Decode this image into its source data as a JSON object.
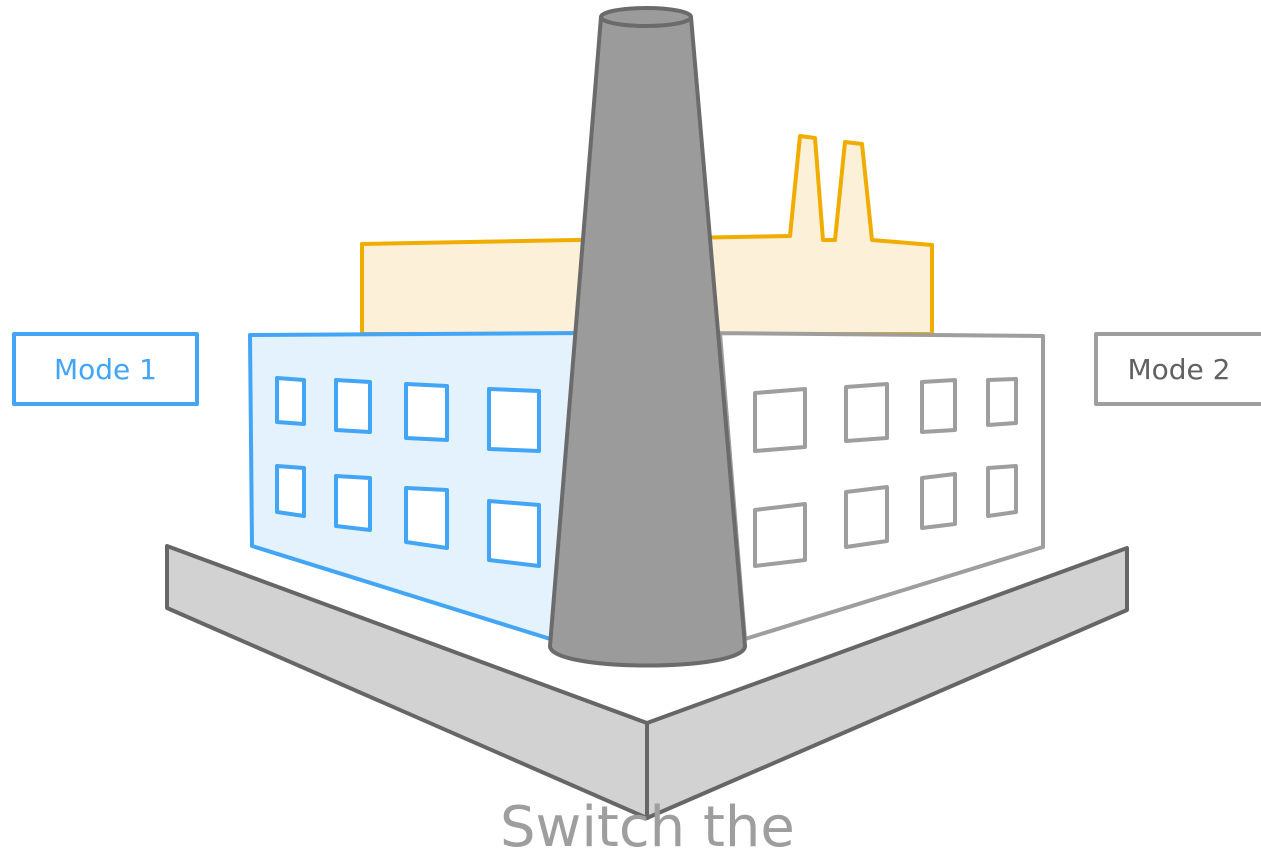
{
  "labels": {
    "mode1": "Mode 1",
    "mode2": "Mode 2",
    "bottom_caption": "Switch the"
  },
  "colors": {
    "mode1_stroke": "#42a5f5",
    "mode1_fill": "#e3f2fd",
    "mode2_stroke": "#9e9e9e",
    "mode2_fill": "#ffffff",
    "back_building_stroke": "#f0ad00",
    "back_building_fill": "#fcf0d9",
    "chimney_fill": "#9b9b9b",
    "chimney_stroke": "#6b6b6b",
    "base_fill": "#d2d2d2",
    "base_stroke": "#666666"
  }
}
